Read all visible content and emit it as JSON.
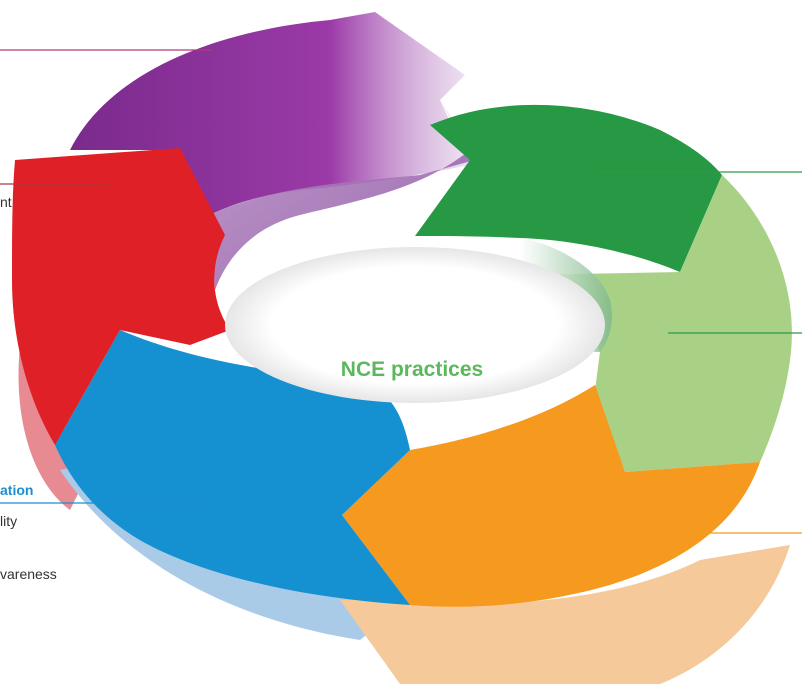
{
  "diagram": {
    "center_label": "NCE practices",
    "segments": [
      {
        "id": "purple",
        "color": "#8b2f97"
      },
      {
        "id": "dark-green",
        "color": "#2e9a45"
      },
      {
        "id": "light-green",
        "color": "#a8d183"
      },
      {
        "id": "orange",
        "color": "#f39a1e"
      },
      {
        "id": "blue",
        "color": "#1790d0"
      },
      {
        "id": "red",
        "color": "#e02028"
      }
    ],
    "left_fragments": {
      "red_label": "nt",
      "blue_heading": "ation",
      "blue_line1": "lity",
      "blue_line2": "vareness"
    },
    "colors": {
      "leader_purple": "#b03a7a",
      "leader_red": "#b03a3a",
      "leader_green": "#2e9a45",
      "leader_orange": "#f39a1e",
      "leader_blue": "#1790d0",
      "heading_blue": "#1b8fd0",
      "center_green": "#5cb85c"
    }
  }
}
